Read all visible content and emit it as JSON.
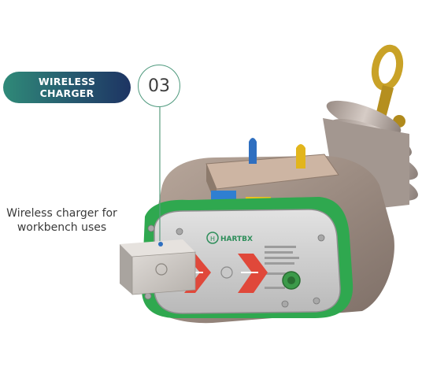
{
  "badge": {
    "line1": "WIRELESS",
    "line2": "CHARGER"
  },
  "step_number": "03",
  "caption": {
    "line1": "Wireless charger for",
    "line2": "workbench uses"
  },
  "product_logo_text": "HARTBX",
  "colors": {
    "badge_gradient_start": "#2f8a78",
    "badge_gradient_end": "#1d3463",
    "accent_green": "#4f9a7e",
    "pcb_green": "#2fa84f",
    "handle_gold": "#c9a227",
    "button_red": "#e0483a"
  }
}
